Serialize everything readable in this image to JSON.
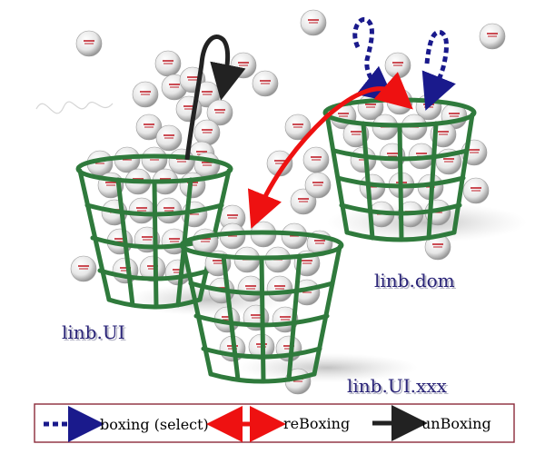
{
  "labels": {
    "ui": "linb.UI",
    "dom": "linb.dom",
    "uixxx": "linb.UI.xxx"
  },
  "legend": {
    "boxing": "boxing (select)",
    "reboxing": "reBoxing",
    "unboxing": "unBoxing"
  },
  "colors": {
    "boxing": "#1a1a8c",
    "reboxing": "#ee1111",
    "unboxing": "#222222",
    "basket": "#2f7a3c",
    "label": "#2a2478"
  }
}
